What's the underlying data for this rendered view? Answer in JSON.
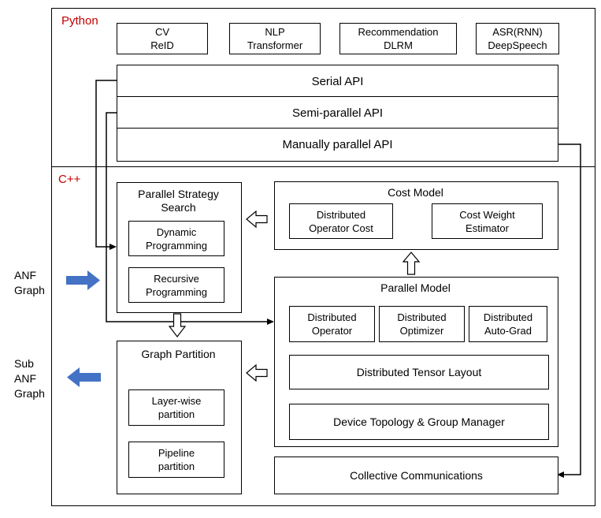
{
  "python_section": {
    "label": "Python",
    "apps": [
      {
        "text": "CV\nReID"
      },
      {
        "text": "NLP\nTransformer"
      },
      {
        "text": "Recommendation\nDLRM"
      },
      {
        "text": "ASR(RNN)\nDeepSpeech"
      }
    ],
    "apis": [
      "Serial API",
      "Semi-parallel API",
      "Manually parallel API"
    ]
  },
  "cpp_section": {
    "label": "C++",
    "strategy_search": {
      "title": "Parallel Strategy\nSearch",
      "items": [
        "Dynamic\nProgramming",
        "Recursive\nProgramming"
      ]
    },
    "cost_model": {
      "title": "Cost Model",
      "items": [
        "Distributed\nOperator Cost",
        "Cost Weight\nEstimator"
      ]
    },
    "parallel_model": {
      "title": "Parallel Model",
      "row_items": [
        "Distributed\nOperator",
        "Distributed\nOptimizer",
        "Distributed\nAuto-Grad"
      ],
      "wide_items": [
        "Distributed Tensor Layout",
        "Device Topology & Group Manager"
      ]
    },
    "graph_partition": {
      "title": "Graph Partition",
      "items": [
        "Layer-wise\npartition",
        "Pipeline\npartition"
      ]
    },
    "collective": "Collective Communications"
  },
  "side_labels": {
    "input": "ANF\nGraph",
    "output": "Sub\nANF\nGraph"
  },
  "colors": {
    "section_label": "#C00000",
    "blue_arrow": "#4472C4",
    "line": "#000000"
  }
}
